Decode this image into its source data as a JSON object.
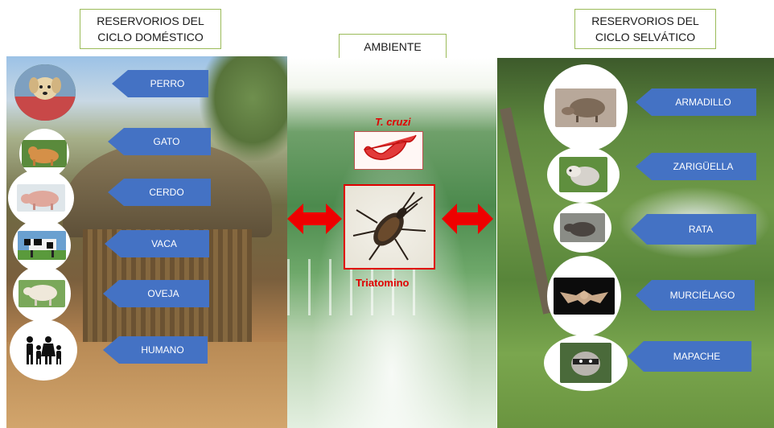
{
  "headers": {
    "domestic_line1": "RESERVORIOS DEL",
    "domestic_line2": "CICLO DOMÉSTICO",
    "environment": "AMBIENTE",
    "sylvatic_line1": "RESERVORIOS DEL",
    "sylvatic_line2": "CICLO SELVÁTICO"
  },
  "domestic": [
    {
      "label": "PERRO",
      "icon": "dog-photo"
    },
    {
      "label": "GATO",
      "icon": "cat-photo"
    },
    {
      "label": "CERDO",
      "icon": "pig-photo"
    },
    {
      "label": "VACA",
      "icon": "cow-photo"
    },
    {
      "label": "OVEJA",
      "icon": "sheep-photo"
    },
    {
      "label": "HUMANO",
      "icon": "family-icon"
    }
  ],
  "sylvatic": [
    {
      "label": "ARMADILLO",
      "icon": "armadillo-photo"
    },
    {
      "label": "ZARIGÜELLA",
      "icon": "opossum-photo"
    },
    {
      "label": "RATA",
      "icon": "rat-photo"
    },
    {
      "label": "MURCIÉLAGO",
      "icon": "bat-photo"
    },
    {
      "label": "MAPACHE",
      "icon": "raccoon-photo"
    }
  ],
  "center": {
    "parasite_label": "T. cruzi",
    "vector_label": "Triatomino"
  },
  "colors": {
    "label_blue": "#4472c4",
    "accent_red": "#e00000",
    "header_border": "#9bbb59"
  }
}
